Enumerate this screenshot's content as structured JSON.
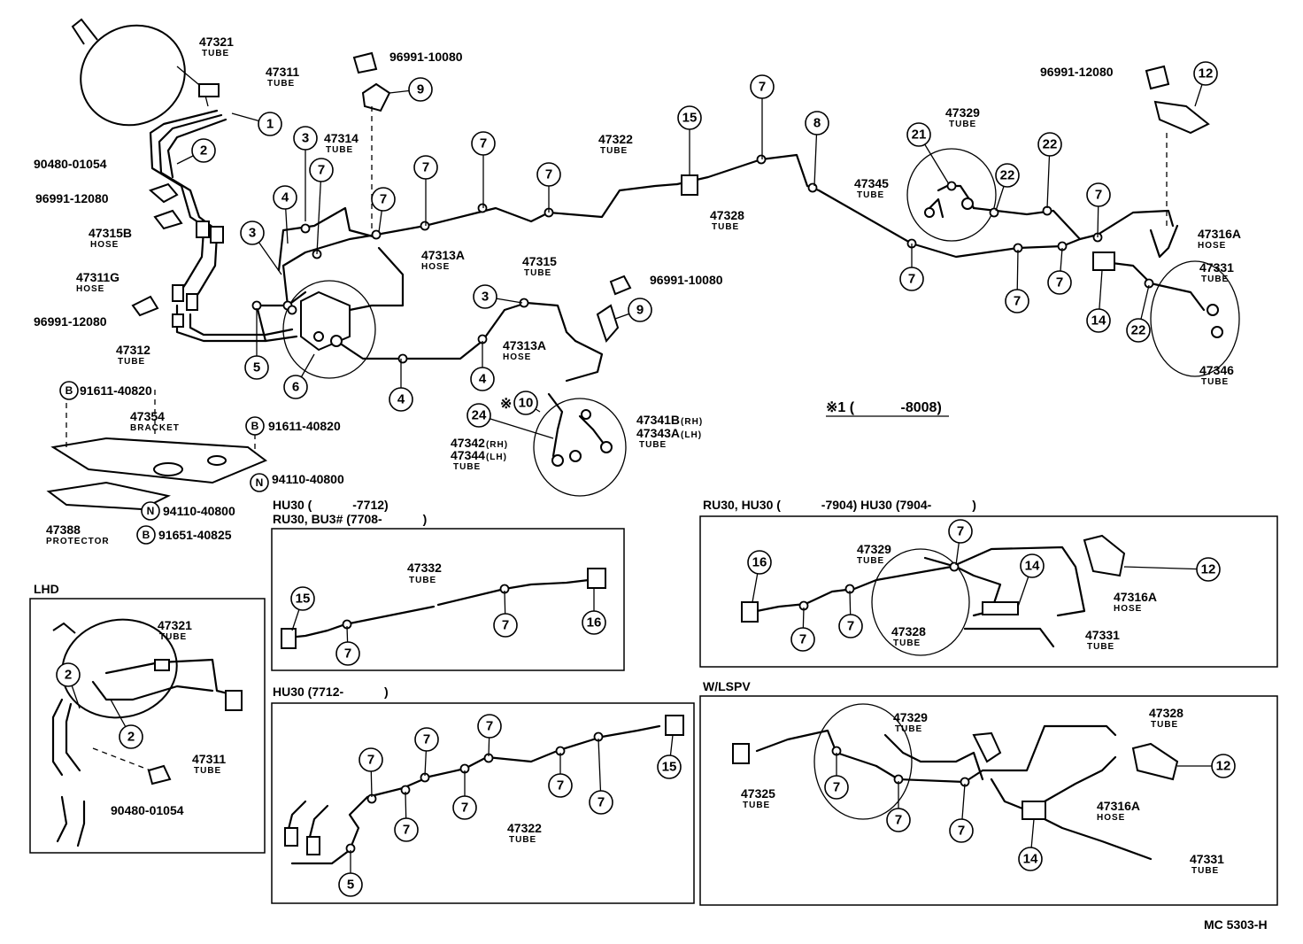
{
  "diagram": {
    "labels": {
      "l47321": "47321",
      "l47321_sub": "TUBE",
      "l47311": "47311",
      "l47311_sub": "TUBE",
      "l96991_10080a": "96991-10080",
      "l96991_12080a": "96991-12080",
      "l90480_01054": "90480-01054",
      "l96991_12080b": "96991-12080",
      "l47315B": "47315B",
      "l47315B_sub": "HOSE",
      "l47311G": "47311G",
      "l47311G_sub": "HOSE",
      "l96991_12080c": "96991-12080",
      "l47312": "47312",
      "l47312_sub": "TUBE",
      "l47314": "47314",
      "l47314_sub": "TUBE",
      "l47313A": "47313A",
      "l47313A_sub": "HOSE",
      "l47322": "47322",
      "l47322_sub": "TUBE",
      "l47328": "47328",
      "l47328_sub": "TUBE",
      "l47329": "47329",
      "l47329_sub": "TUBE",
      "l47345": "47345",
      "l47345_sub": "TUBE",
      "l47316A": "47316A",
      "l47316A_sub": "HOSE",
      "l47331": "47331",
      "l47331_sub": "TUBE",
      "l47346": "47346",
      "l47346_sub": "TUBE",
      "l47315": "47315",
      "l47315_sub": "TUBE",
      "l96991_10080b": "96991-10080",
      "l47313A2": "47313A",
      "l47313A2_sub": "HOSE",
      "l47341B": "47341B",
      "l47341B_rh": "(RH)",
      "l47343A": "47343A",
      "l47343A_lh": "(LH)",
      "l4734x_sub": "TUBE",
      "l47342": "47342",
      "l47342_rh": "(RH)",
      "l47344": "47344",
      "l47344_lh": "(LH)",
      "l4734y_sub": "TUBE",
      "note1": "※1 (　　　 -8008)",
      "l91611_40820a": "91611-40820",
      "l47354": "47354",
      "l47354_sub": "BRACKET",
      "l91611_40820b": "91611-40820",
      "l94110_40800a": "94110-40800",
      "l94110_40800b": "94110-40800",
      "l47388": "47388",
      "l47388_sub": "PROTECTOR",
      "l91651_40825": "91651-40825"
    },
    "sections": {
      "hu30_7712_t1": "HU30 (　　　 -7712)",
      "hu30_7712_t2": "RU30, BU3# (7708-　　　 )",
      "hu30_7712_l47332": "47332",
      "hu30_7712_l47332_sub": "TUBE",
      "ru30_title": "RU30, HU30 (　　　 -7904) HU30 (7904-　　　 )",
      "ru30_l47329": "47329",
      "ru30_l47329_sub": "TUBE",
      "ru30_l47328": "47328",
      "ru30_l47328_sub": "TUBE",
      "ru30_l47316A": "47316A",
      "ru30_l47316A_sub": "HOSE",
      "ru30_l47331": "47331",
      "ru30_l47331_sub": "TUBE",
      "lhd_title": "LHD",
      "lhd_l47321": "47321",
      "lhd_l47321_sub": "TUBE",
      "lhd_l47311": "47311",
      "lhd_l47311_sub": "TUBE",
      "lhd_l90480": "90480-01054",
      "hu30b_title": "HU30 (7712-　　　 )",
      "hu30b_l47322": "47322",
      "hu30b_l47322_sub": "TUBE",
      "lspv_title": "W/LSPV",
      "lspv_l47329": "47329",
      "lspv_l47329_sub": "TUBE",
      "lspv_l47328": "47328",
      "lspv_l47328_sub": "TUBE",
      "lspv_l47325": "47325",
      "lspv_l47325_sub": "TUBE",
      "lspv_l47316A": "47316A",
      "lspv_l47316A_sub": "HOSE",
      "lspv_l47331": "47331",
      "lspv_l47331_sub": "TUBE"
    },
    "footer_code": "MC 5303-H",
    "callouts": {
      "n1": "1",
      "n2": "2",
      "n3": "3",
      "n4": "4",
      "n5": "5",
      "n6": "6",
      "n7": "7",
      "n8": "8",
      "n9": "9",
      "n10": "10",
      "n12": "12",
      "n14": "14",
      "n15": "15",
      "n16": "16",
      "n21": "21",
      "n22": "22",
      "n24": "24",
      "mark_asterisk": "※",
      "b": "B",
      "n": "N"
    }
  }
}
